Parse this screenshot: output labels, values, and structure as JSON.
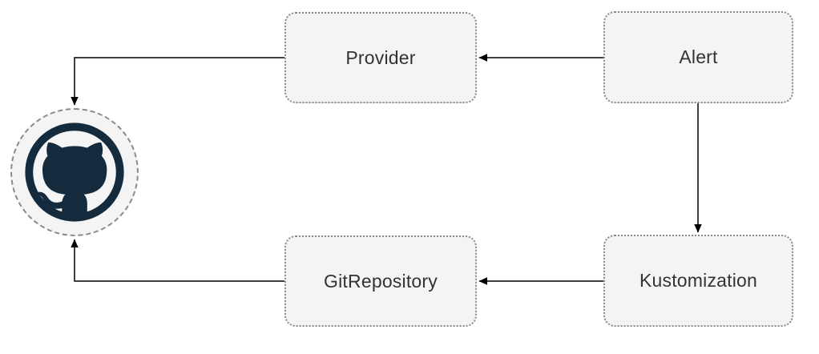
{
  "diagram": {
    "nodes": {
      "provider": {
        "label": "Provider"
      },
      "alert": {
        "label": "Alert"
      },
      "gitrepository": {
        "label": "GitRepository"
      },
      "kustomization": {
        "label": "Kustomization"
      },
      "github": {
        "icon": "github-octocat-icon"
      }
    },
    "edges": [
      {
        "from": "alert",
        "to": "provider"
      },
      {
        "from": "alert",
        "to": "kustomization"
      },
      {
        "from": "kustomization",
        "to": "gitrepository"
      },
      {
        "from": "provider",
        "to": "github"
      },
      {
        "from": "gitrepository",
        "to": "github"
      }
    ],
    "colors": {
      "background": "#ffffff",
      "node_fill": "#f4f4f4",
      "node_border": "#8a8a8a",
      "arrow": "#000000",
      "text": "#333333",
      "github_icon": "#142a3d"
    }
  }
}
